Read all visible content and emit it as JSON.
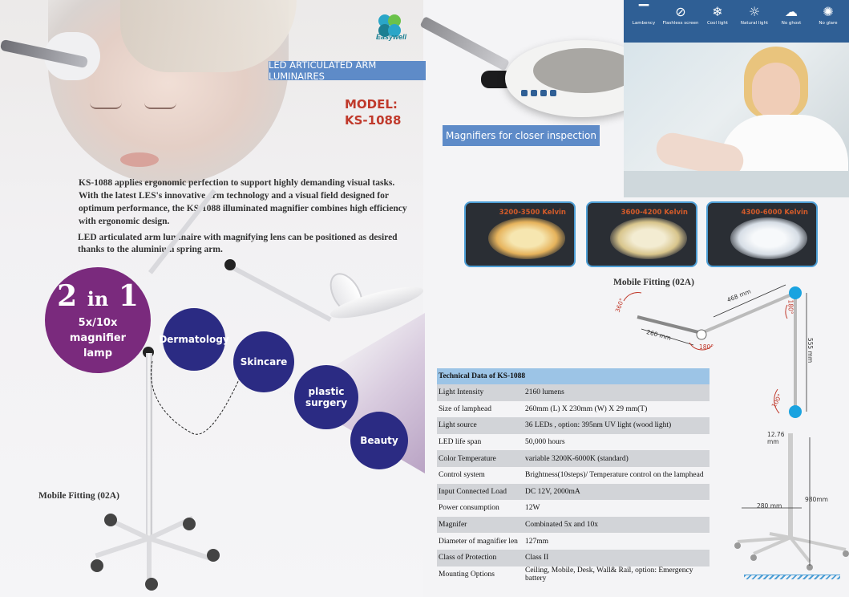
{
  "brand": {
    "logo_text": "Easywell"
  },
  "header": {
    "banner": "LED ARTICULATED ARM LUMINAIRES",
    "model_label": "MODEL:",
    "model_value": "KS-1088"
  },
  "magnifier_banner": "Magnifiers for closer inspection",
  "features": [
    {
      "icon": "lambency-icon",
      "label": "Lambency"
    },
    {
      "icon": "flashless-screen-icon",
      "label": "Flashless screen"
    },
    {
      "icon": "cool-light-icon",
      "label": "Cool light"
    },
    {
      "icon": "natural-light-icon",
      "label": "Natural light"
    },
    {
      "icon": "no-ghost-icon",
      "label": "No ghost"
    },
    {
      "icon": "no-glare-icon",
      "label": "No glare"
    }
  ],
  "intro": {
    "paragraph1": "KS-1088 applies ergonomic perfection to support highly demanding visual tasks. With the latest LES's innovative arm technology and a visual field designed for optimum performance, the KS-1088 illuminated magnifier combines high efficiency with ergonomic design.",
    "paragraph2": "LED articulated arm luminaire with magnifying lens can be positioned as desired thanks to the aluminium spring arm."
  },
  "badge": {
    "big_left": "2",
    "big_mid": "in",
    "big_right": "1",
    "line1": "5x/10x",
    "line2": "magnifier",
    "line3": "lamp"
  },
  "applications": [
    "Dermatology",
    "Skincare",
    "plastic surgery",
    "Beauty"
  ],
  "mobile_fitting_left": "Mobile Fitting (02A)",
  "kelvin": [
    "3200-3500 Kelvin",
    "3600-4200 Kelvin",
    "4300-6000 Kelvin"
  ],
  "diagram": {
    "title": "Mobile Fitting (02A)",
    "labels": {
      "a360": "360°",
      "d260": "260 mm",
      "a180a": "180°",
      "d468": "468 mm",
      "a180b": "180°",
      "d555": "555 mm",
      "a100": "100°",
      "d1276": "12.76 mm",
      "d280": "280 mm",
      "d980": "980mm"
    }
  },
  "table": {
    "title": "Technical Data of KS-1088",
    "rows": [
      {
        "k": "Light Intensity",
        "v": "2160 lumens"
      },
      {
        "k": "Size of lamphead",
        "v": "260mm (L) X 230mm (W) X 29 mm(T)"
      },
      {
        "k": "Light source",
        "v": "36 LEDs , option: 395nm UV light (wood light)"
      },
      {
        "k": "LED life span",
        "v": "50,000 hours"
      },
      {
        "k": "Color Temperature",
        "v": "variable 3200K-6000K (standard)"
      },
      {
        "k": "Control system",
        "v": "Brightness(10steps)/ Temperature control on the lamphead"
      },
      {
        "k": "Input Connected Load",
        "v": "DC 12V, 2000mA"
      },
      {
        "k": "Power consumption",
        "v": "12W"
      },
      {
        "k": "Magnifer",
        "v": "Combinated 5x and 10x"
      },
      {
        "k": "Diameter of magnifier len",
        "v": "127mm"
      },
      {
        "k": "Class of Protection",
        "v": "Class II"
      },
      {
        "k": "Mounting Options",
        "v": "Ceiling, Mobile, Desk, Wall& Rail, option: Emergency battery"
      }
    ]
  },
  "colors": {
    "accent_blue": "#5e8bc8",
    "purple": "#7a2a7d",
    "navy": "#2b2b83",
    "red": "#c0392b",
    "table_head": "#9cc4e6"
  }
}
